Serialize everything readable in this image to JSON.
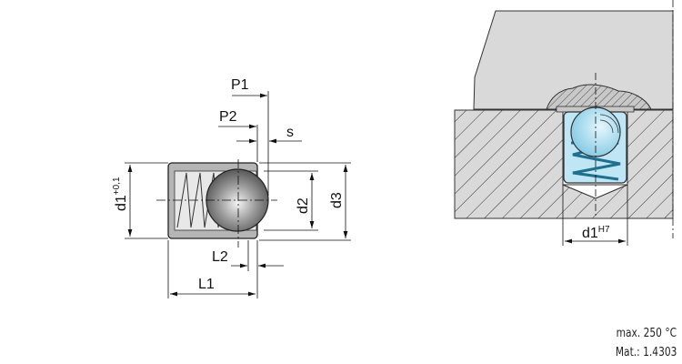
{
  "left_view": {
    "labels": {
      "P1": "P1",
      "P2": "P2",
      "s": "s",
      "d1": "d1",
      "d1_tolerance": "+0,1",
      "d2": "d2",
      "d3": "d3",
      "L1": "L1",
      "L2": "L2"
    }
  },
  "right_view": {
    "labels": {
      "d1": "d1",
      "d1_fit": "H7"
    }
  },
  "specs": {
    "max_temp": "max. 250 °C",
    "material": "Mat.: 1.4303"
  },
  "colors": {
    "ball_blue": "#a8dcef",
    "housing_grey": "#c8c8c8",
    "plate_grey": "#d9d9d9"
  }
}
